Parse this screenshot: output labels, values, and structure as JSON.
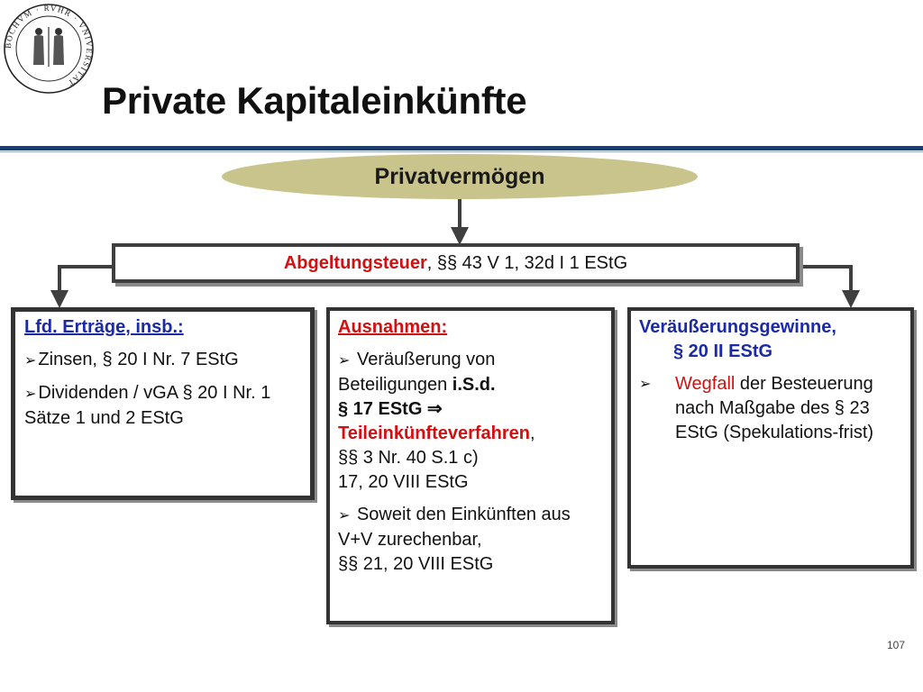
{
  "header": {
    "seal_text": "BOCHVM · RVHR · VNIVERSITAT",
    "title": "Private Kapitaleinkünfte"
  },
  "diagram": {
    "top_node": "Privatvermögen",
    "band": {
      "emph": "Abgeltungsteuer",
      "rest": ", §§ 43 V 1, 32d I 1 EStG"
    },
    "left": {
      "heading": "Lfd. Erträge, insb.:",
      "item1": "Zinsen, § 20 I Nr. 7 EStG",
      "item2": "Dividenden / vGA § 20 I Nr. 1 Sätze 1 und 2 EStG"
    },
    "middle": {
      "heading": "Ausnahmen:",
      "item1_a": " Veräußerung von Beteiligungen ",
      "item1_b": "i.S.d.",
      "item1_c": "§ 17 EStG ⇒",
      "item1_d": "Teileinkünfteverfahren",
      "item1_e": ",",
      "item1_f": "§§ 3 Nr. 40 S.1 c)",
      "item1_g": "17, 20 VIII EStG",
      "item2_a": " Soweit den Einkünften aus V+V zurechenbar,",
      "item2_b": "§§ 21, 20 VIII EStG"
    },
    "right": {
      "heading_a": "Veräußerungsgewinne,",
      "heading_b": "§ 20 II EStG",
      "item_emph": "Wegfall",
      "item_rest": " der Besteuerung nach Maßgabe des § 23 EStG (Spekulations-frist)"
    }
  },
  "footer": {
    "page_number": "107"
  }
}
